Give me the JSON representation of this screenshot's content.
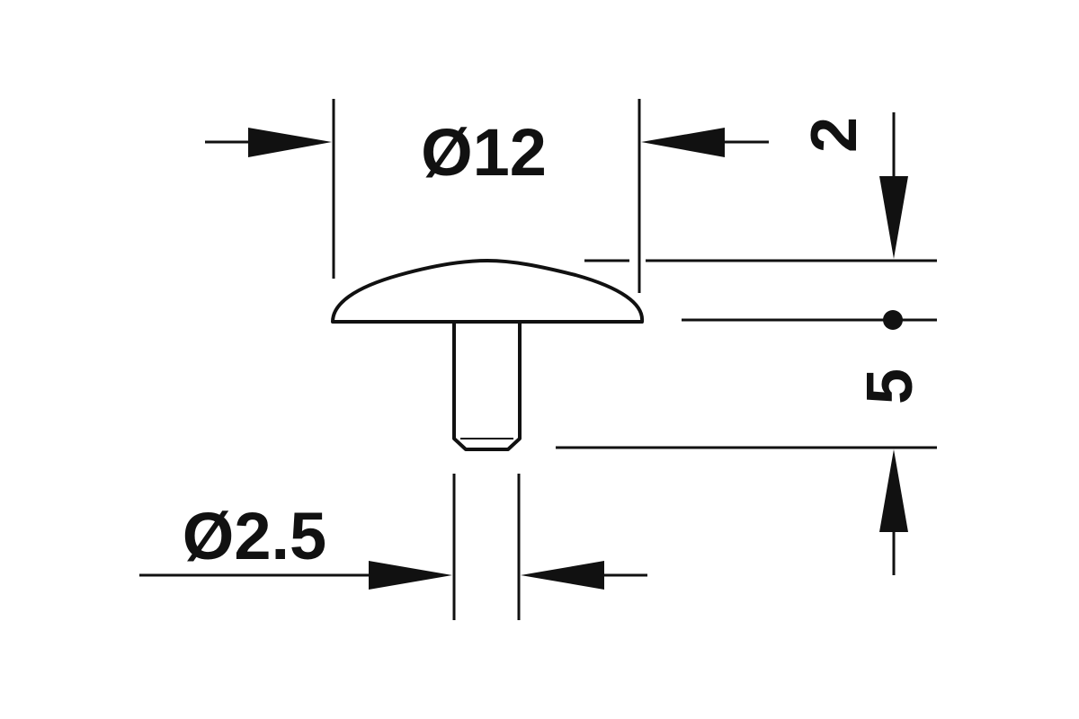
{
  "dimensions": {
    "head_diameter": "Ø12",
    "head_height": "2",
    "shank_diameter": "Ø2.5",
    "shank_length": "5"
  },
  "colors": {
    "line": "#111111",
    "background": "#ffffff"
  }
}
